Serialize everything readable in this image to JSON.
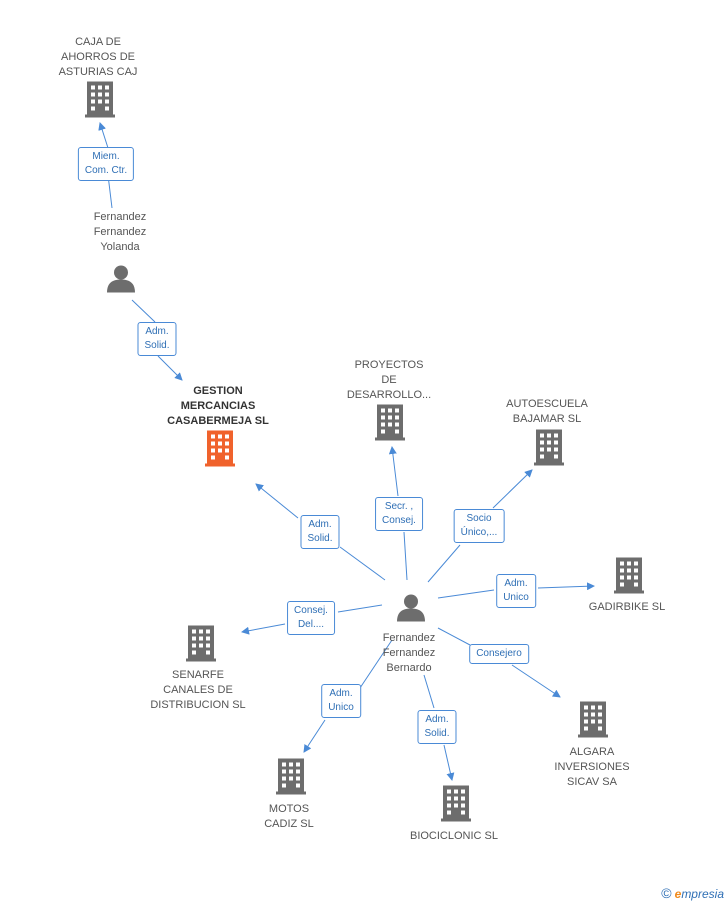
{
  "nodes": {
    "caja": {
      "label": "CAJA DE\nAHORROS DE\nASTURIAS CAJ",
      "type": "company"
    },
    "yolanda": {
      "label": "Fernandez\nFernandez\nYolanda",
      "type": "person"
    },
    "gestion": {
      "label": "GESTION\nMERCANCIAS\nCASABERMEJA SL",
      "type": "company-main"
    },
    "proyectos": {
      "label": "PROYECTOS\nDE\nDESARROLLO...",
      "type": "company"
    },
    "autoescuela": {
      "label": "AUTOESCUELA\nBAJAMAR SL",
      "type": "company"
    },
    "gadirbike": {
      "label": "GADIRBIKE SL",
      "type": "company"
    },
    "bernardo": {
      "label": "Fernandez\nFernandez\nBernardo",
      "type": "person"
    },
    "senarfe": {
      "label": "SENARFE\nCANALES DE\nDISTRIBUCION SL",
      "type": "company"
    },
    "algara": {
      "label": "ALGARA\nINVERSIONES\nSICAV SA",
      "type": "company"
    },
    "motos": {
      "label": "MOTOS\nCADIZ  SL",
      "type": "company"
    },
    "biociclonic": {
      "label": "BIOCICLONIC  SL",
      "type": "company"
    }
  },
  "edges": {
    "yolanda_caja": "Miem.\nCom. Ctr.",
    "yolanda_gestion": "Adm.\nSolid.",
    "bernardo_gestion": "Adm.\nSolid.",
    "bernardo_proyectos": "Secr. ,\nConsej.",
    "bernardo_autoescuela": "Socio\nÚnico,...",
    "bernardo_gadirbike": "Adm.\nUnico",
    "bernardo_senarfe": "Consej.\nDel....",
    "bernardo_algara": "Consejero",
    "bernardo_motos": "Adm.\nUnico",
    "bernardo_biociclonic": "Adm.\nSolid."
  },
  "colors": {
    "edge": "#4a8ad6",
    "company_icon": "#6d6d6d",
    "main_icon": "#f0622c",
    "person_icon": "#6d6d6d"
  },
  "footer": {
    "copyright": "©",
    "brand_e": "e",
    "brand_rest": "mpresia"
  }
}
